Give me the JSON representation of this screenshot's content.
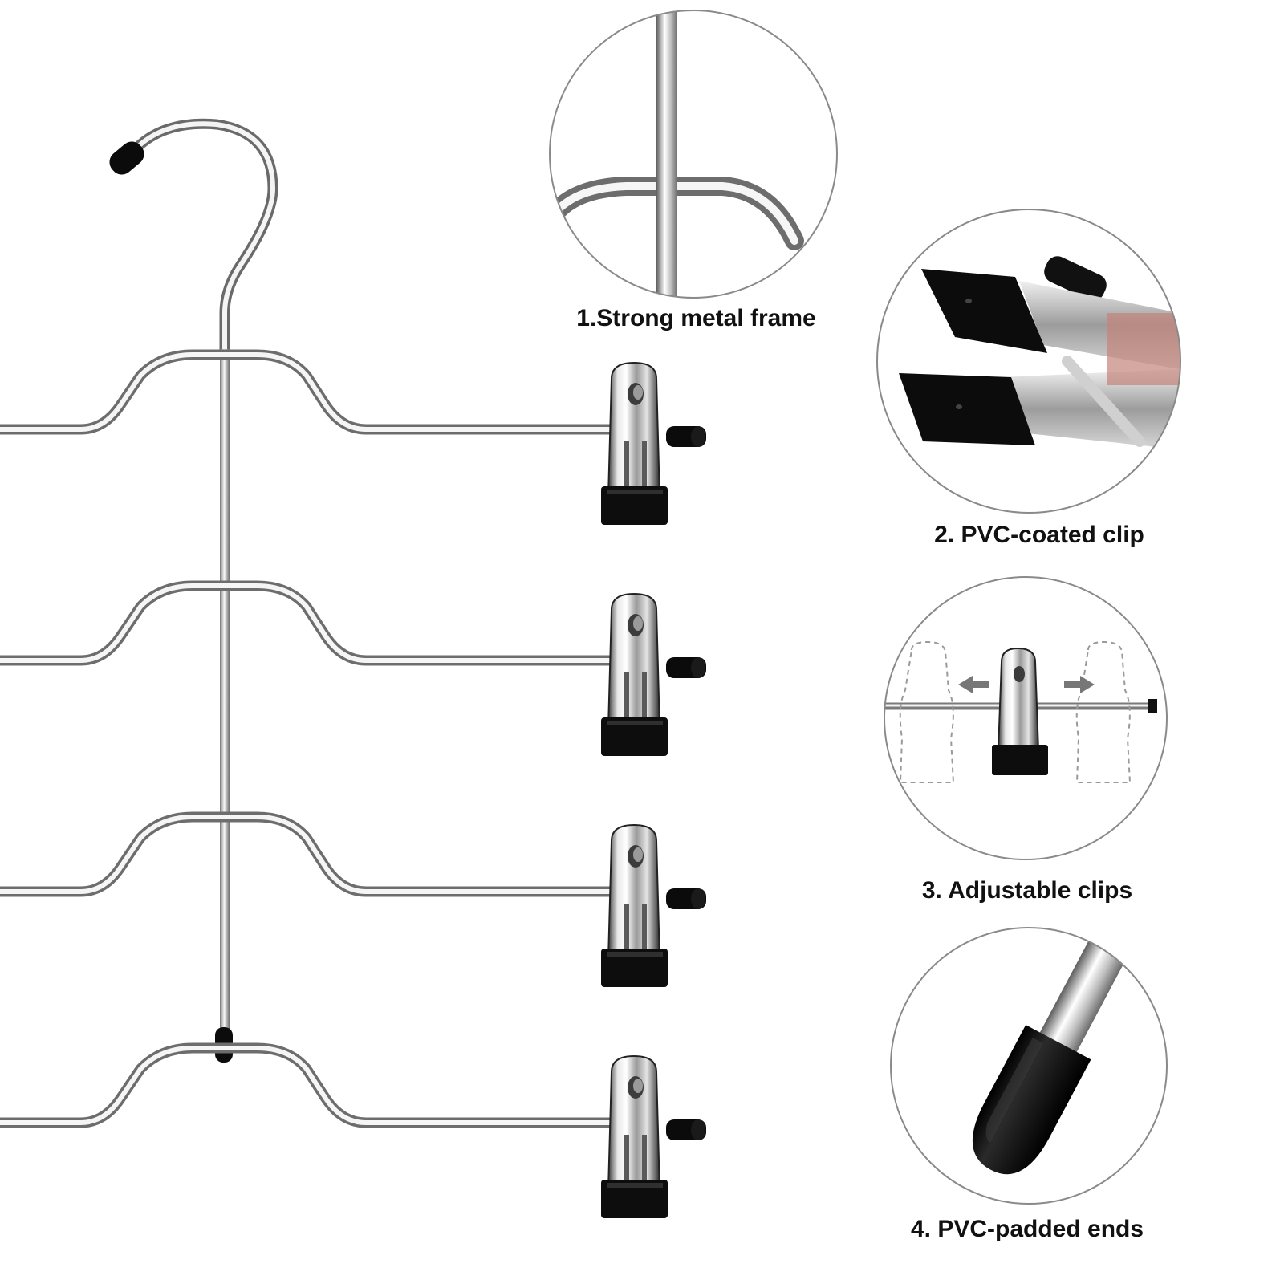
{
  "features": [
    {
      "caption": "1.Strong metal frame",
      "detail": "metal-frame-closeup"
    },
    {
      "caption": "2. PVC-coated clip",
      "detail": "pvc-clip-closeup"
    },
    {
      "caption": "3. Adjustable clips",
      "detail": "adjustable-clips-closeup"
    },
    {
      "caption": "4. PVC-padded ends",
      "detail": "pvc-end-closeup"
    }
  ],
  "colors": {
    "metal_light": "#f4f4f4",
    "metal_mid": "#b8b8b8",
    "metal_dark": "#6e6e6e",
    "pvc_black": "#0d0d0d",
    "circle_outline": "#888888",
    "arrow_gray": "#777777",
    "dashed_gray": "#9a9a9a"
  },
  "product": {
    "name": "4-tier metal trouser hanger with clips",
    "tiers": 4,
    "clips_per_tier": 1
  }
}
